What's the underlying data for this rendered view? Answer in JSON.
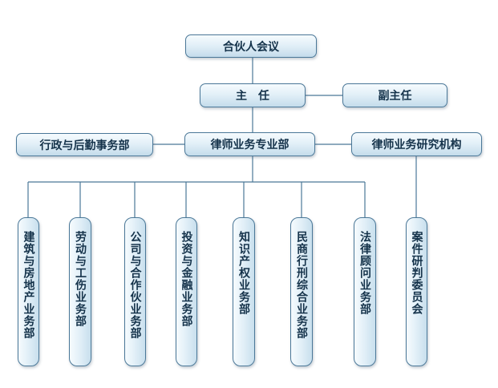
{
  "top": {
    "partners_meeting": "合伙人会议",
    "director": "主　任",
    "deputy_director": "副主任"
  },
  "middle": {
    "admin_dept": "行政与后勤事务部",
    "practice_dept": "律师业务专业部",
    "research_inst": "律师业务研究机构"
  },
  "departments": [
    "建筑与房地产业务部",
    "劳动与工伤业务部",
    "公司与合作伙业务部",
    "投资与金融业务部",
    "知识产权业务部",
    "民商行刑综合业务部",
    "法律顾问业务部"
  ],
  "committee": "案件研判委员会",
  "colors": {
    "connector": "#4b7898",
    "border": "#4b7898",
    "fill_light": "#f6fbfe",
    "fill_dark": "#c4dceb",
    "text": "#14324a"
  }
}
